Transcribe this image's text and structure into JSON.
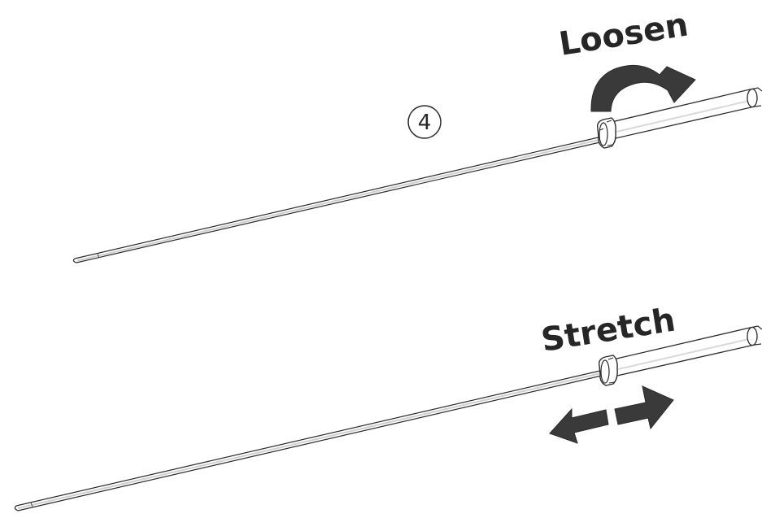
{
  "step_number": "4",
  "labels": {
    "loosen": "Loosen",
    "stretch": "Stretch"
  },
  "colors": {
    "outline": "#2b2b2b",
    "arrow_fill": "#3a3a3a",
    "background": "#ffffff"
  },
  "icons": {
    "loosen_arrow": "curved-arrow-clockwise-icon",
    "stretch_arrows": "double-arrow-left-right-icon"
  }
}
